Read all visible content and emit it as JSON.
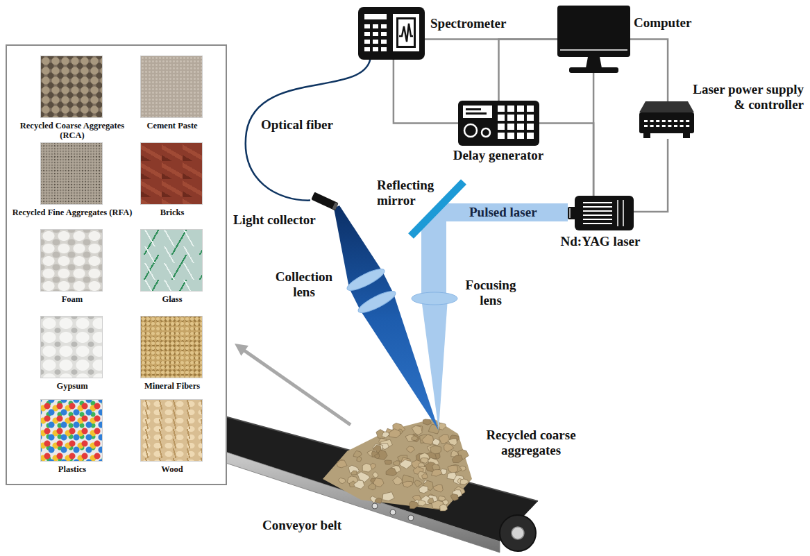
{
  "diagram": {
    "nodes": [
      {
        "text": [
          "Spectrometer"
        ]
      },
      {
        "text": [
          "Computer"
        ]
      },
      {
        "text": [
          "Laser power supply & controller"
        ]
      },
      {
        "text": [
          "Delay generator"
        ]
      },
      {
        "text": [
          "Nd:YAG laser"
        ]
      },
      {
        "text": [
          "Light collector"
        ]
      },
      {
        "text": [
          "Recycled Coarse Aggregates (RCA)"
        ]
      },
      {
        "text": [
          "Cement Paste"
        ]
      },
      {
        "text": [
          "Recycled Fine Aggregates (RFA)"
        ]
      },
      {
        "text": [
          "Bricks"
        ]
      },
      {
        "text": [
          "Foam"
        ]
      },
      {
        "text": [
          "Glass"
        ]
      },
      {
        "text": [
          "Gypsum"
        ]
      },
      {
        "text": [
          "Mineral Fibers"
        ]
      },
      {
        "text": [
          "Plastics"
        ]
      },
      {
        "text": [
          "Wood"
        ]
      }
    ],
    "edges": [
      {
        "from": 0,
        "to": 1,
        "arrow": "none"
      },
      {
        "from": 0,
        "to": 3,
        "arrow": "none"
      },
      {
        "from": 1,
        "to": 3,
        "arrow": "none"
      },
      {
        "from": 3,
        "to": 4,
        "arrow": "none"
      },
      {
        "from": 1,
        "to": 4,
        "arrow": "none"
      },
      {
        "from": 1,
        "to": 2,
        "arrow": "none"
      },
      {
        "from": 2,
        "to": 4,
        "arrow": "none"
      },
      {
        "from": 0,
        "to": 5,
        "label": "Optical fiber",
        "arrow": "none"
      }
    ],
    "labels": [
      "Reflecting mirror",
      "Pulsed laser",
      "Collection lens",
      "Focusing lens",
      "Recycled coarse aggregates",
      "Conveyor belt"
    ]
  }
}
